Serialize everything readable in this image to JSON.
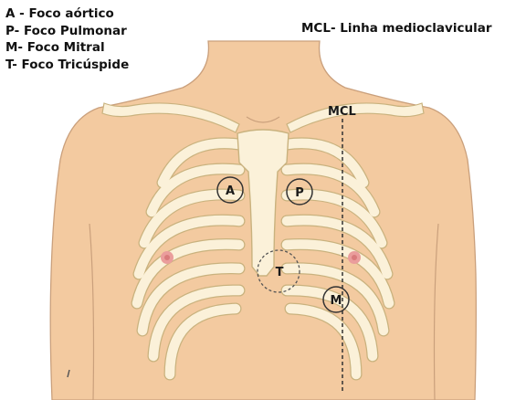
{
  "legend": {
    "items": [
      {
        "label": "A - Foco aórtico"
      },
      {
        "label": "P-  Foco Pulmonar"
      },
      {
        "label": "M-  Foco Mitral"
      },
      {
        "label": "T-  Foco Tricúspide"
      }
    ]
  },
  "mcl_legend": "MCL- Linha medioclavicular",
  "diagram": {
    "mcl_line_label": "MCL",
    "foci": {
      "aortic": "A",
      "pulmonary": "P",
      "tricuspid": "T",
      "mitral": "M"
    }
  },
  "colors": {
    "skin": "#f3caa0",
    "skin_outline": "#caa07c",
    "bone": "#fbf1d9",
    "bone_outline": "#c9b27e",
    "nipple": "#ea9d9c",
    "ink": "#1a1a1a"
  }
}
